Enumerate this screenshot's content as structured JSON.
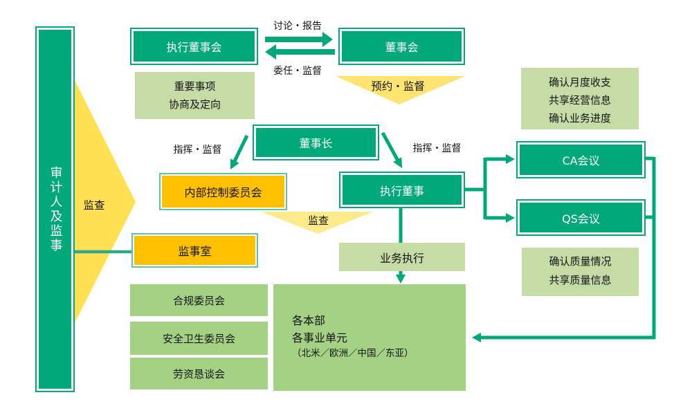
{
  "colors": {
    "green": "#00A87A",
    "green_medium": "#A3D284",
    "green_pale": "#C5DCA6",
    "orange": "#FFC000",
    "teal_border": "#62C4A4",
    "yellow_big_arrow": "#FFE052",
    "yellow_triangle": "#FFE472",
    "yellow_triangle_pale": "#FFEA8C"
  },
  "left_bar": {
    "label": "审计人及监事",
    "audit_label": "监查"
  },
  "top": {
    "exec_board": "执行董事会",
    "board": "董事会",
    "discuss_report": "讨论・报告",
    "appoint_supervise": "委任・监督",
    "reserve_supervise": "预约・监督",
    "important_line1": "重要事项",
    "important_line2": "协商及定向"
  },
  "middle": {
    "chairman": "董事长",
    "direct_supervise_left": "指挥・监督",
    "direct_supervise_right": "指挥・监督",
    "internal_control": "内部控制委员会",
    "exec_director": "执行董事",
    "audit_label": "监查",
    "audit_office": "监事室",
    "business_execution": "业务执行"
  },
  "right": {
    "monthly_line1": "确认月度收支",
    "monthly_line2": "共享经营信息",
    "monthly_line3": "确认业务进度",
    "ca_meeting": "CA会议",
    "qs_meeting": "QS会议",
    "quality_line1": "确认质量情况",
    "quality_line2": "共享质量信息"
  },
  "bottom": {
    "committees": [
      "合规委员会",
      "安全卫生委员会",
      "劳资恳谈会"
    ],
    "units_line1": "各本部",
    "units_line2": "各事业单元",
    "units_line3": "（北米／欧洲／中国／东亚）"
  }
}
